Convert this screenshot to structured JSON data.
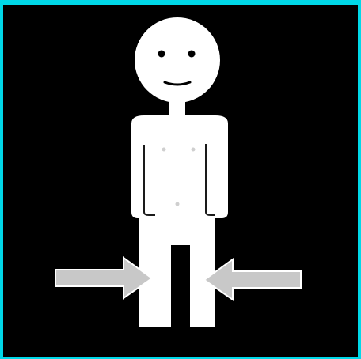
{
  "illustration": {
    "subject": "figure",
    "icon": "legs-together-icon",
    "colors": {
      "border": "#00d8e8",
      "background": "#000000",
      "figure": "#ffffff",
      "figure_outline": "#1a1a1a",
      "features": "#000000",
      "marks": "#cfcfcf",
      "arrow_fill": "#c8c8c8",
      "arrow_stroke": "#ffffff"
    },
    "arrows": [
      {
        "name": "left-arrow",
        "direction": "right"
      },
      {
        "name": "right-arrow",
        "direction": "left"
      }
    ]
  }
}
